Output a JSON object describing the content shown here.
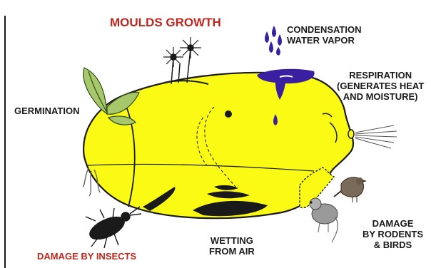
{
  "labels": {
    "title": "MOULDS GROWTH",
    "condensation": [
      "CONDENSATION",
      "WATER VAPOR"
    ],
    "respiration": [
      "RESPIRATION",
      "(GENERATES HEAT",
      "AND MOISTURE)"
    ],
    "germination": "GERMINATION",
    "wetting": [
      "WETTING",
      "FROM AIR"
    ],
    "damage_rodents": [
      "DAMAGE",
      "BY RODENTS",
      "& BIRDS"
    ],
    "damage_insects": "DAMAGE BY INSECTS"
  },
  "colors": {
    "grain_fill": "#fafa14",
    "outline": "#1a1a1a",
    "accent_red": "#c0271f",
    "water": "#3a1fa0",
    "leaf": "#a7c86a"
  },
  "icons": {
    "grain": "grain-kernel",
    "mould": "mould-spores-icon",
    "drops": "water-drops-icon",
    "sprout": "sprout-icon",
    "insect": "beetle-icon",
    "bird": "bird-icon",
    "rodent": "mouse-icon",
    "breath": "breath-lines-icon"
  }
}
